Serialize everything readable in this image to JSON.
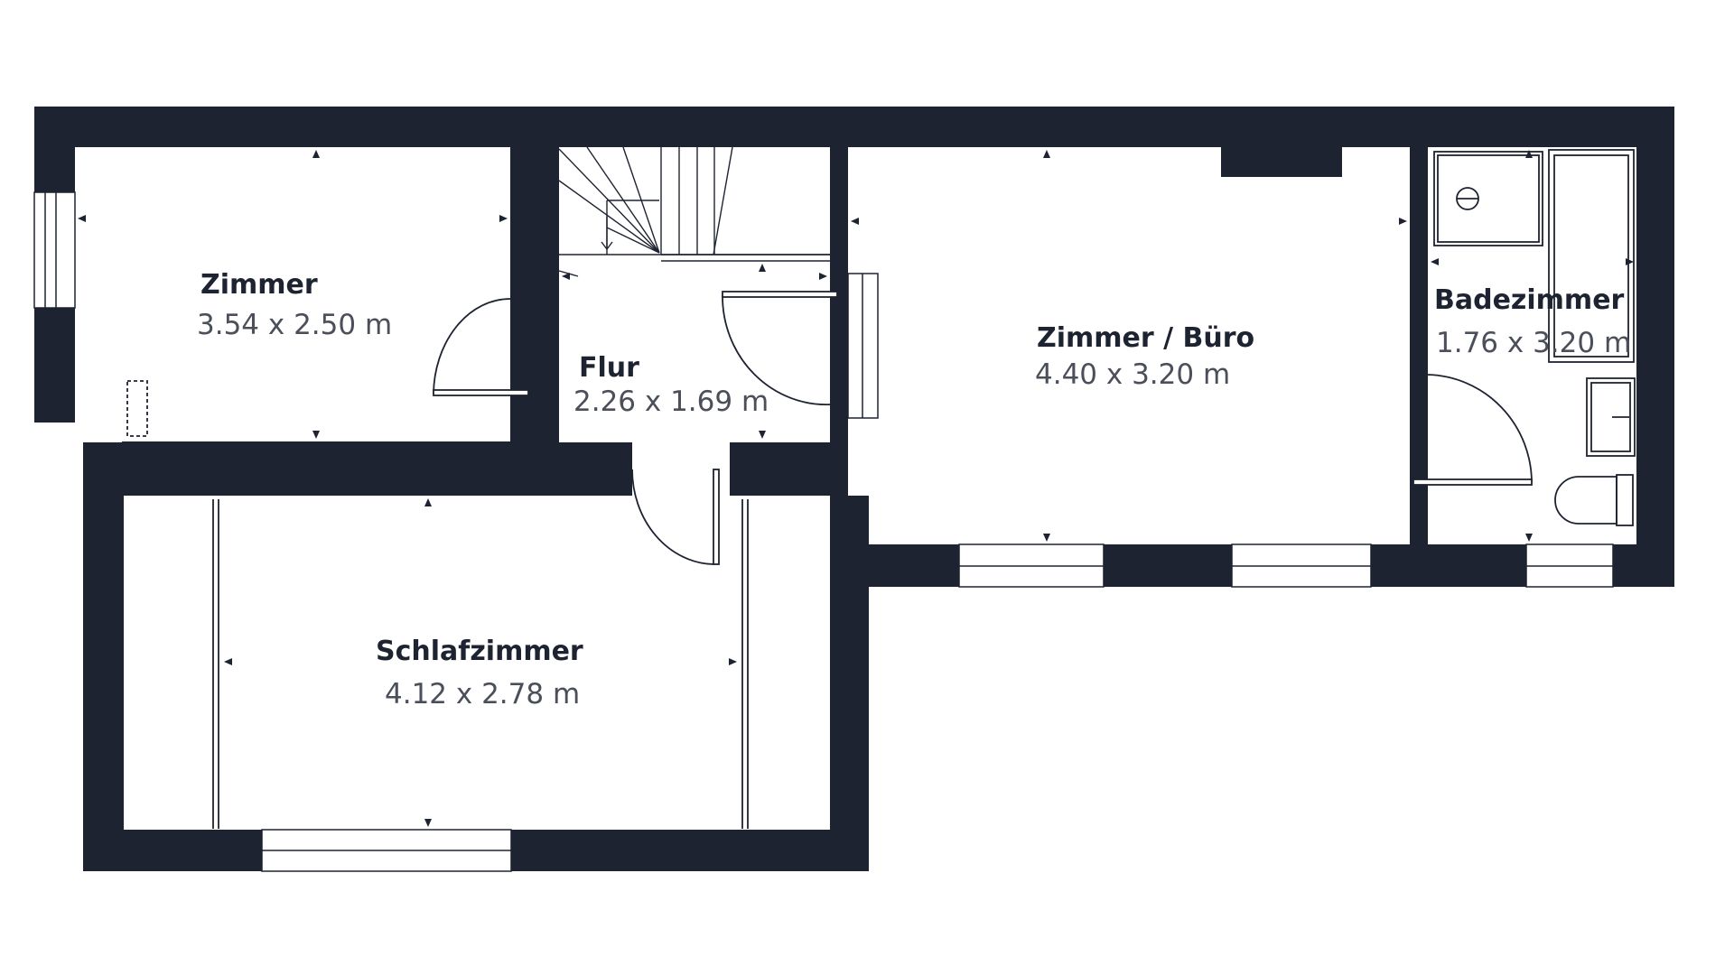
{
  "colors": {
    "wall": "#1d2330",
    "background": "#ffffff",
    "fixture": "#1d2330",
    "room_name": "#1d2330",
    "room_dim": "#4a4f5a"
  },
  "rooms": [
    {
      "id": "zimmer",
      "name": "Zimmer",
      "dimensions": "3.54 x 2.50 m"
    },
    {
      "id": "flur",
      "name": "Flur",
      "dimensions": "2.26 x 1.69 m"
    },
    {
      "id": "zimmer-buero",
      "name": "Zimmer / Büro",
      "dimensions": "4.40 x 3.20 m"
    },
    {
      "id": "badezimmer",
      "name": "Badezimmer",
      "dimensions": "1.76 x 3.20 m"
    },
    {
      "id": "schlafzimmer",
      "name": "Schlafzimmer",
      "dimensions": "4.12 x 2.78 m"
    }
  ],
  "symbols": {
    "staircase": "staircase-icon",
    "shower": "shower-icon",
    "bathtub": "bathtub-icon",
    "sink": "sink-icon",
    "toilet": "toilet-icon",
    "door": "door-swing-icon",
    "window": "window-icon",
    "dimension_marker": "dimension-arrow-icon"
  }
}
